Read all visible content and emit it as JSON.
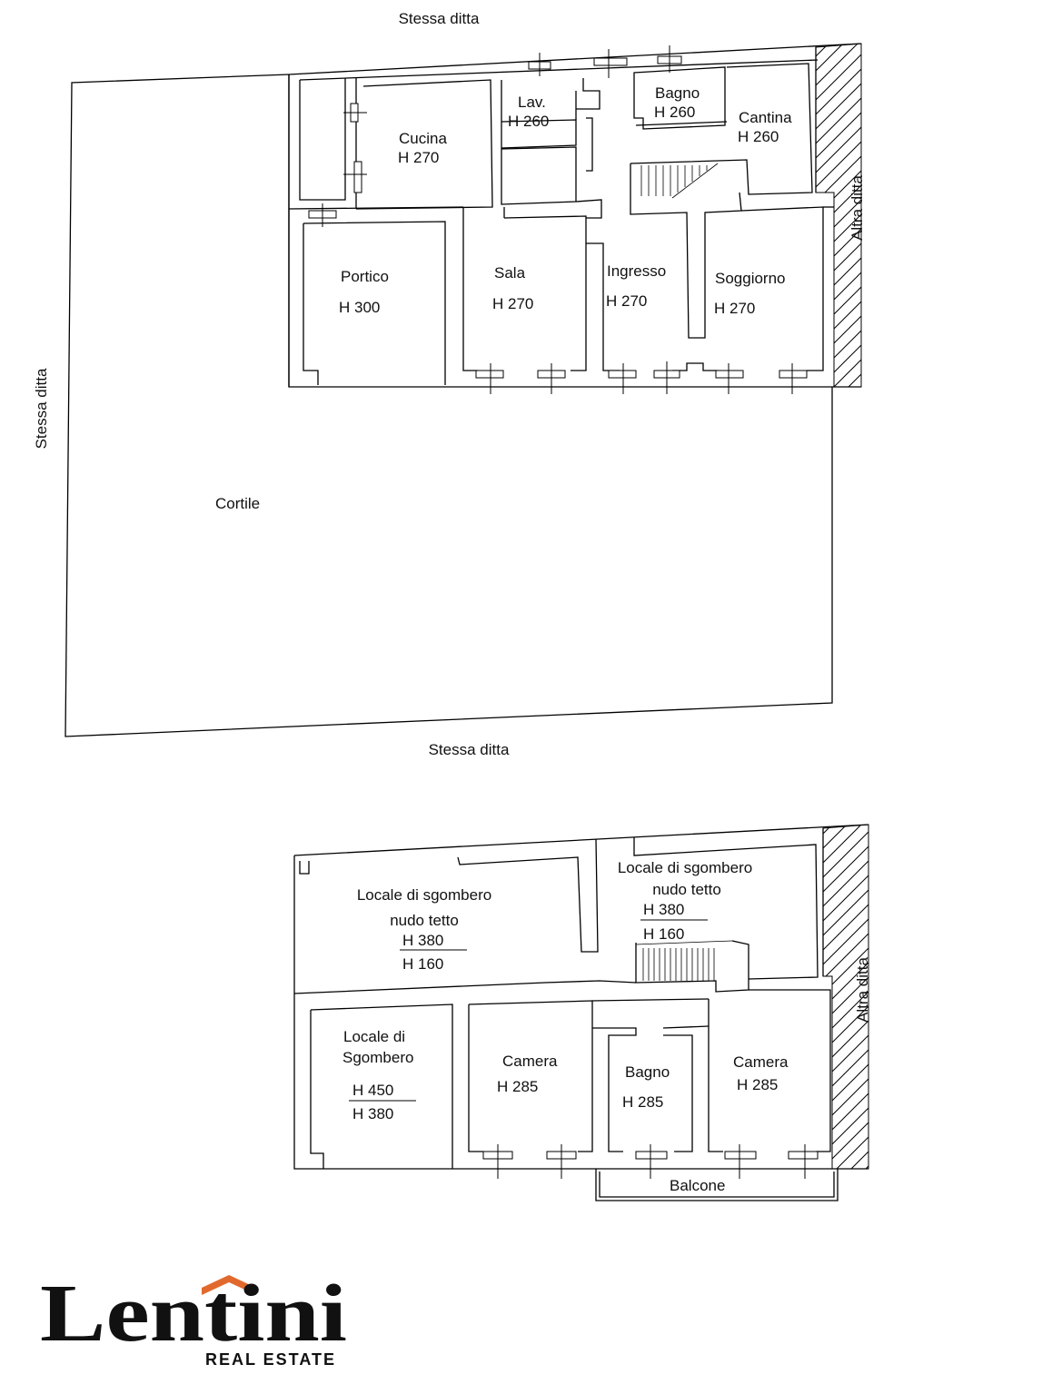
{
  "ground_floor": {
    "neighbors": {
      "top": "Stessa ditta",
      "left": "Stessa ditta",
      "bottom": "Stessa ditta",
      "right": "Altra ditta"
    },
    "rooms": {
      "lav": {
        "name": "Lav.",
        "height": "H 260"
      },
      "bagno": {
        "name": "Bagno",
        "height": "H 260"
      },
      "cantina": {
        "name": "Cantina",
        "height": "H 260"
      },
      "cucina": {
        "name": "Cucina",
        "height": "H 270"
      },
      "portico": {
        "name": "Portico",
        "height": "H 300"
      },
      "sala": {
        "name": "Sala",
        "height": "H 270"
      },
      "ingresso": {
        "name": "Ingresso",
        "height": "H 270"
      },
      "soggiorno": {
        "name": "Soggiorno",
        "height": "H 270"
      },
      "cortile": {
        "name": "Cortile"
      }
    }
  },
  "first_floor": {
    "neighbors": {
      "right": "Altra ditta"
    },
    "rooms": {
      "sgombero_left": {
        "name_line1": "Locale di sgombero",
        "name_line2": "nudo tetto",
        "height_max": "H 380",
        "height_min": "H 160"
      },
      "sgombero_right": {
        "name_line1": "Locale di sgombero",
        "name_line2": "nudo tetto",
        "height_max": "H 380",
        "height_min": "H 160"
      },
      "sgombero_small": {
        "name_line1": "Locale di",
        "name_line2": "Sgombero",
        "height_max": "H 450",
        "height_min": "H 380"
      },
      "camera_left": {
        "name": "Camera",
        "height": "H 285"
      },
      "bagno": {
        "name": "Bagno",
        "height": "H 285"
      },
      "camera_right": {
        "name": "Camera",
        "height": "H 285"
      },
      "balcone": {
        "name": "Balcone"
      }
    }
  },
  "logo": {
    "brand": "Lentini",
    "tagline": "REAL ESTATE",
    "brand_color": "#1f3553",
    "accent_color": "#e2692e"
  }
}
